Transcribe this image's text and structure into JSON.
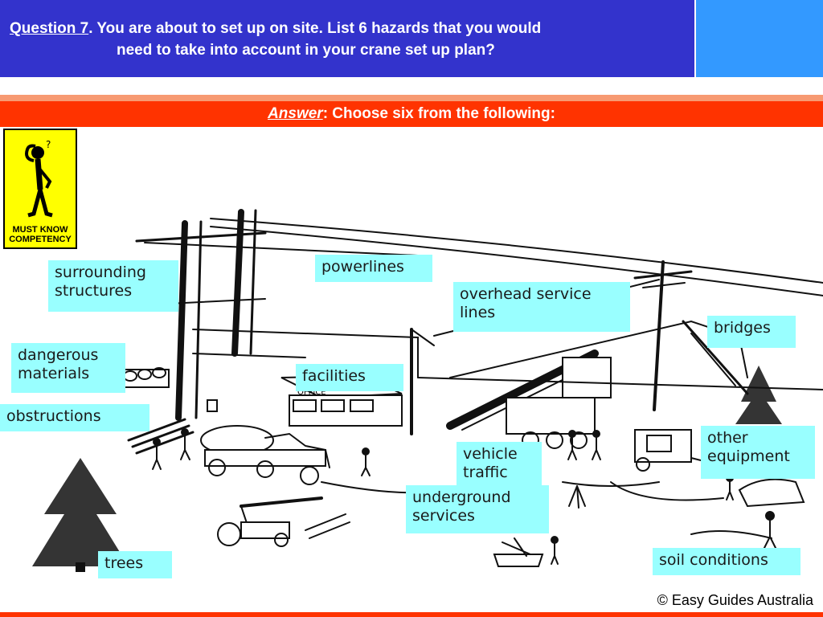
{
  "header": {
    "question_label": "Question 7",
    "question_line1": ". You are about to set up on site. List 6 hazards that you would",
    "question_line2": "need to take into account in your crane set up plan?",
    "main_color": "#3333cc",
    "side_color": "#3399ff"
  },
  "answer": {
    "label": "Answer",
    "text": ": Choose six from the following:",
    "bar_color": "#ff3300"
  },
  "sign": {
    "line1": "MUST KNOW",
    "line2": "COMPETENCY",
    "color": "#ffff00"
  },
  "hazards": [
    {
      "line1": "surrounding",
      "line2": "structures"
    },
    {
      "line1": "powerlines",
      "line2": ""
    },
    {
      "line1": "overhead service",
      "line2": "lines"
    },
    {
      "line1": "bridges",
      "line2": ""
    },
    {
      "line1": "dangerous",
      "line2": "materials"
    },
    {
      "line1": "facilities",
      "line2": ""
    },
    {
      "line1": "obstructions",
      "line2": ""
    },
    {
      "line1": "vehicle",
      "line2": "traffic"
    },
    {
      "line1": "other",
      "line2": "equipment"
    },
    {
      "line1": "underground",
      "line2": "services"
    },
    {
      "line1": "trees",
      "line2": ""
    },
    {
      "line1": "soil conditions",
      "line2": ""
    }
  ],
  "scene": {
    "office_sign": "OFFICE",
    "label_color": "#99ffff"
  },
  "footer": {
    "copyright": "© Easy Guides Australia"
  }
}
